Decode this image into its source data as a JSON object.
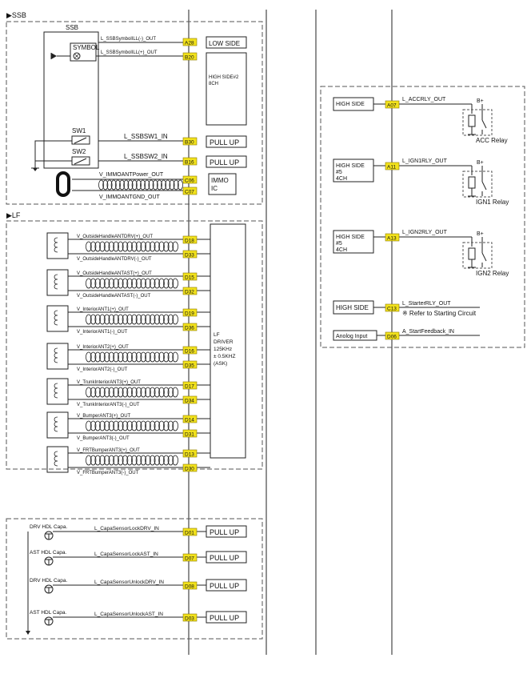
{
  "sections": {
    "ssb_title": "▶SSB",
    "lf_title": "▶LF"
  },
  "ssb": {
    "module_label": "SSB",
    "symbol_label": "SYMBOL",
    "sw1_label": "SW1",
    "sw2_label": "SW2",
    "signals": {
      "ill_minus": "L_SSBSymbolILL(-)_OUT",
      "ill_plus": "L_SSBSymbolILL(+)_OUT",
      "sw1_in": "L_SSBSW1_IN",
      "sw2_in": "L_SSBSW2_IN",
      "immo_power": "V_IMMOANTPower_OUT",
      "immo_gnd": "V_IMMOANTGND_OUT"
    },
    "pins": {
      "ill_minus": "A28",
      "ill_plus": "B20",
      "sw1_in": "B30",
      "sw2_in": "B16",
      "immo_power": "C06",
      "immo_gnd": "C07"
    },
    "boxes": {
      "low_side": "LOW SIDE",
      "high_side_line1": "HIGH SIDE#2",
      "high_side_line2": "8CH",
      "pull_up_1": "PULL UP",
      "pull_up_2": "PULL UP",
      "immo_line1": "IMMO",
      "immo_line2": "IC"
    }
  },
  "lf": {
    "driver_lines": [
      "LF",
      "DRIVER",
      "125KHz",
      "± 0.5KHZ",
      "(ASK)"
    ],
    "antennas": [
      {
        "plus": "V_OutsideHandleANTDRV(+)_OUT",
        "minus": "V_OutsideHandleANTDRV(-)_OUT",
        "pin_plus": "D18",
        "pin_minus": "D33"
      },
      {
        "plus": "V_OutsideHandleANTAST(+)_OUT",
        "minus": "V_OutsideHandleANTAST(-)_OUT",
        "pin_plus": "D15",
        "pin_minus": "D32"
      },
      {
        "plus": "V_InteriorANT1(+)_OUT",
        "minus": "V_InteriorANT1(-)_OUT",
        "pin_plus": "D19",
        "pin_minus": "D36"
      },
      {
        "plus": "V_InteriorANT2(+)_OUT",
        "minus": "V_InteriorANT2(-)_OUT",
        "pin_plus": "D16",
        "pin_minus": "D35"
      },
      {
        "plus": "V_TrunkInteriorANT3(+)_OUT",
        "minus": "V_TrunkInteriorANT3(-)_OUT",
        "pin_plus": "D17",
        "pin_minus": "D34"
      },
      {
        "plus": "V_BumperANT3(+)_OUT",
        "minus": "V_BumperANT3(-)_OUT",
        "pin_plus": "D14",
        "pin_minus": "D31"
      },
      {
        "plus": "V_FRTBumperANT3(+)_OUT",
        "minus": "V_FRTBumperANT3(-)_OUT",
        "pin_plus": "D13",
        "pin_minus": "D30"
      }
    ]
  },
  "capa": {
    "sensors": [
      {
        "label": "DRV HDL Capa.",
        "signal": "L_CapaSensorLockDRV_IN",
        "pin": "D01",
        "box": "PULL UP"
      },
      {
        "label": "AST HDL Capa.",
        "signal": "L_CapaSensorLockAST_IN",
        "pin": "D07",
        "box": "PULL UP"
      },
      {
        "label": "DRV HDL Capa.",
        "signal": "L_CapaSensorUnlockDRV_IN",
        "pin": "D08",
        "box": "PULL UP"
      },
      {
        "label": "AST HDL Capa.",
        "signal": "L_CapaSensorUnlockAST_IN",
        "pin": "D03",
        "box": "PULL UP"
      }
    ]
  },
  "relays": {
    "items": [
      {
        "box": [
          "HIGH SIDE"
        ],
        "pin": "A07",
        "signal": "L_ACCRLY_OUT",
        "b_plus": "B+",
        "relay": "ACC Relay"
      },
      {
        "box": [
          "HIGH SIDE",
          "#5",
          "4CH"
        ],
        "pin": "A11",
        "signal": "L_IGN1RLY_OUT",
        "b_plus": "B+",
        "relay": "IGN1 Relay"
      },
      {
        "box": [
          "HIGH SIDE",
          "#5",
          "4CH"
        ],
        "pin": "A13",
        "signal": "L_IGN2RLY_OUT",
        "b_plus": "B+",
        "relay": "IGN2 Relay"
      }
    ],
    "starter": {
      "box": "HIGH SIDE",
      "pin": "C13",
      "signal": "L_StarterRLY_OUT",
      "note": "※ Refer to Starting Circuit"
    },
    "analog": {
      "box": "Anolog Input",
      "pin": "D06",
      "signal": "A_StartFeedback_IN"
    }
  },
  "colors": {
    "pin_fill": "#f2e21c",
    "line": "#222222",
    "dash": "#555555"
  }
}
